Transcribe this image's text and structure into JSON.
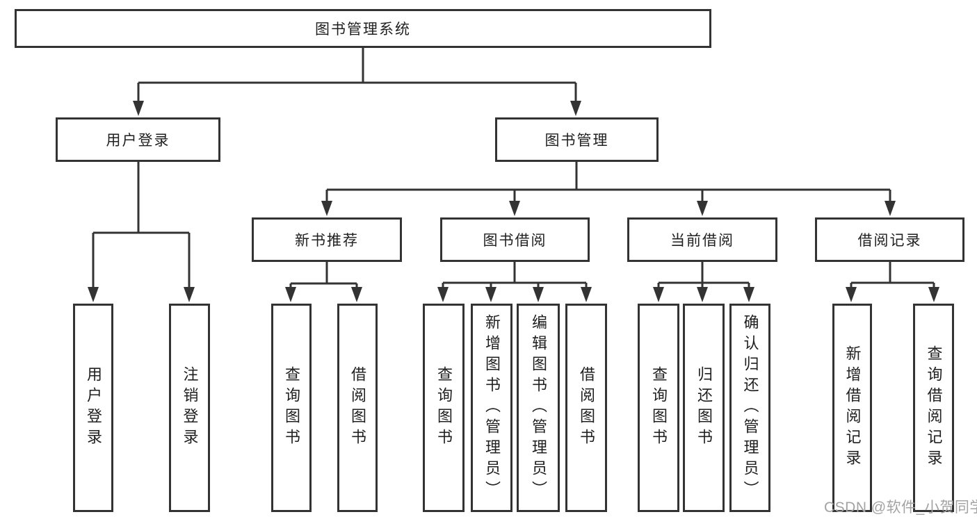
{
  "meta": {
    "colors": {
      "line": "#333333",
      "box_border": "#333333",
      "box_fill": "#ffffff",
      "text": "#1f1f1f",
      "watermark": "#a3a3a3",
      "background": "#ffffff"
    }
  },
  "tree": {
    "label": "图书管理系统",
    "children": [
      {
        "label": "用户登录",
        "children": [
          {
            "label": "用户登录"
          },
          {
            "label": "注销登录"
          }
        ]
      },
      {
        "label": "图书管理",
        "children": [
          {
            "label": "新书推荐",
            "children": [
              {
                "label": "查询图书"
              },
              {
                "label": "借阅图书"
              }
            ]
          },
          {
            "label": "图书借阅",
            "children": [
              {
                "label": "查询图书"
              },
              {
                "label": "新增图书（管理员）"
              },
              {
                "label": "编辑图书（管理员）"
              },
              {
                "label": "借阅图书"
              }
            ]
          },
          {
            "label": "当前借阅",
            "children": [
              {
                "label": "查询图书"
              },
              {
                "label": "归还图书"
              },
              {
                "label": "确认归还（管理员）"
              }
            ]
          },
          {
            "label": "借阅记录",
            "children": [
              {
                "label": "新增借阅记录"
              },
              {
                "label": "查询借阅记录"
              }
            ]
          }
        ]
      }
    ]
  },
  "watermark": {
    "text": "CSDN @软件_小贺同学"
  }
}
